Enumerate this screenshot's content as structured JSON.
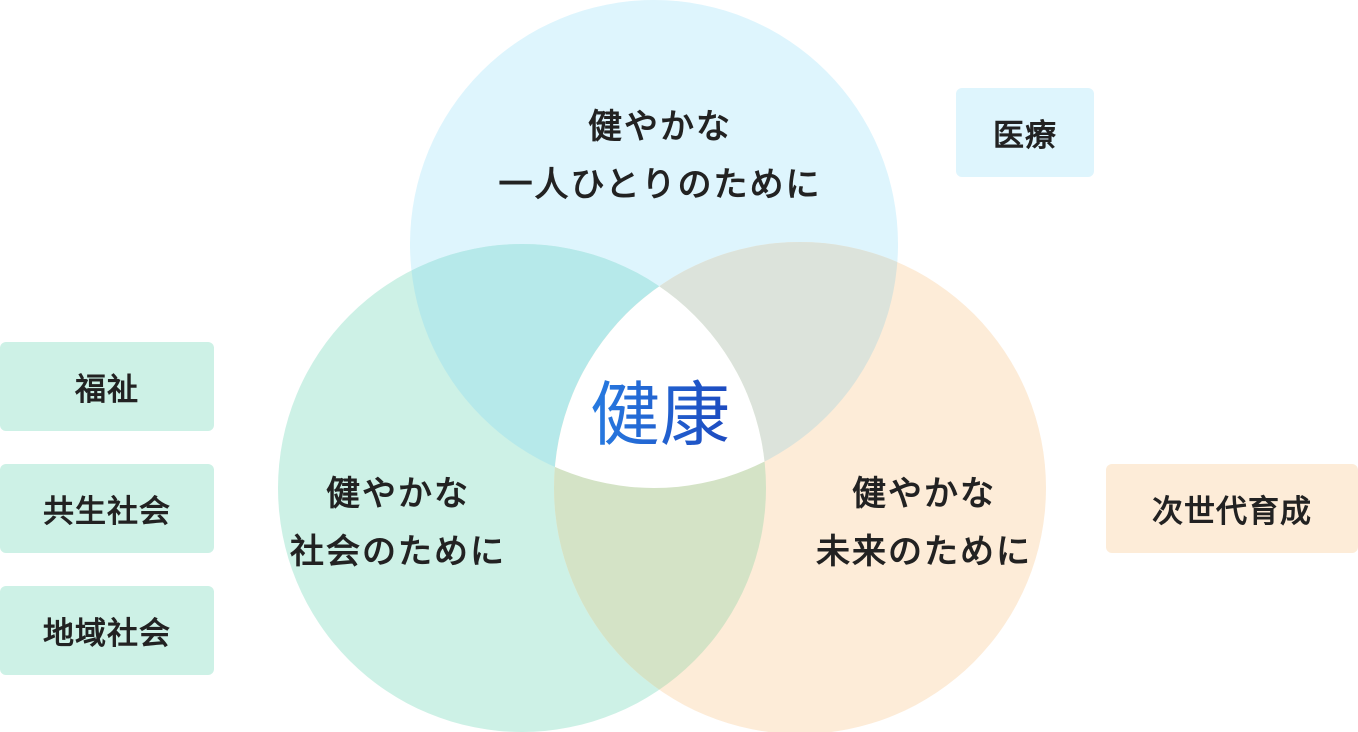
{
  "diagram": {
    "center_label": "健康",
    "circles": [
      {
        "id": "top",
        "lines": [
          "健やかな",
          "一人ひとりのために"
        ],
        "color": "#def5fd"
      },
      {
        "id": "left",
        "lines": [
          "健やかな",
          "社会のために"
        ],
        "color": "#cdf1e6"
      },
      {
        "id": "right",
        "lines": [
          "健やかな",
          "未来のために"
        ],
        "color": "#fdecd8"
      }
    ],
    "overlap_colors": {
      "top_left": "#b6e9ea",
      "top_right": "#dce3db",
      "left_right": "#d4e3c6",
      "all": "#ffffff"
    },
    "tags": {
      "medical": "医療",
      "welfare": "福祉",
      "symbiotic_society": "共生社会",
      "community": "地域社会",
      "next_generation": "次世代育成"
    },
    "tag_colors": {
      "top": "#def5fd",
      "left": "#cdf1e6",
      "right": "#fdecd8"
    }
  }
}
